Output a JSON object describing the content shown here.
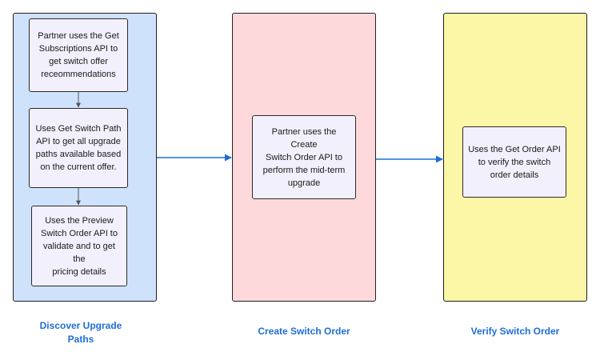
{
  "colors": {
    "lane_discover": "#cfe2fc",
    "lane_create": "#fdd9dc",
    "lane_verify": "#fbf7a6",
    "node_fill": "#f2f0fc",
    "label": "#1f6ed4",
    "connector_internal": "#555555",
    "connector_lane": "#1f6ed4"
  },
  "lanes": [
    {
      "id": "discover",
      "label": "Discover Upgrade\nPaths",
      "nodes": [
        {
          "id": "get-subscriptions",
          "text": "Partner uses the Get\nSubscriptions API to\nget switch offer\nreceommendations"
        },
        {
          "id": "get-switch-path",
          "text": "Uses Get Switch Path\nAPI to get all upgrade\npaths available based\non the current offer."
        },
        {
          "id": "preview-switch-order",
          "text": "Uses the Preview\nSwitch Order API  to\nvalidate and to get the\npricing details"
        }
      ]
    },
    {
      "id": "create",
      "label": "Create Switch Order",
      "nodes": [
        {
          "id": "create-switch-order",
          "text": "Partner uses the Create\nSwitch Order  API to\nperform the mid-term\nupgrade"
        }
      ]
    },
    {
      "id": "verify",
      "label": "Verify Switch Order",
      "nodes": [
        {
          "id": "get-order",
          "text": "Uses the Get Order API\nto verify the switch\norder details"
        }
      ]
    }
  ]
}
